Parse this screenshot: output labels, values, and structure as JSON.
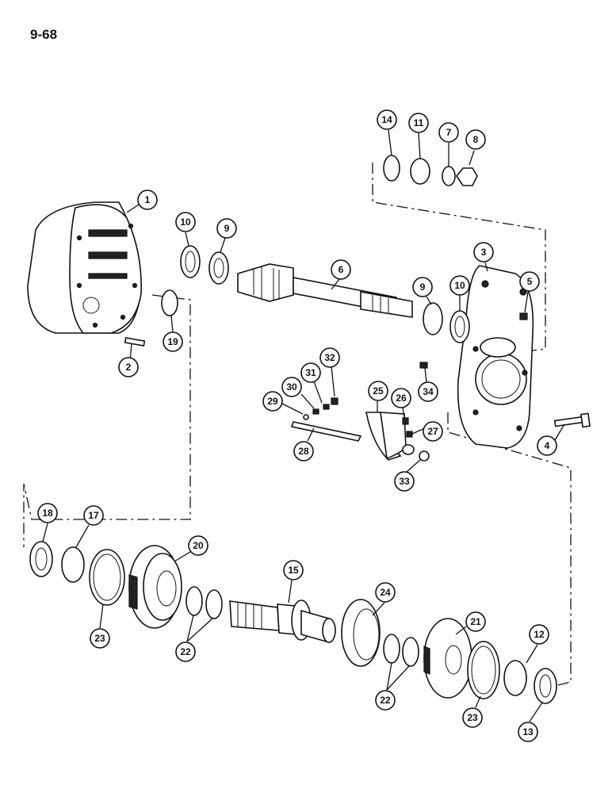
{
  "page": {
    "number": "9-68"
  },
  "callouts": {
    "c1": "1",
    "c2": "2",
    "c3": "3",
    "c4": "4",
    "c5": "5",
    "c6": "6",
    "c7": "7",
    "c8": "8",
    "c9a": "9",
    "c9b": "9",
    "c10a": "10",
    "c10b": "10",
    "c11": "11",
    "c12": "12",
    "c13": "13",
    "c14": "14",
    "c15": "15",
    "c17": "17",
    "c18": "18",
    "c19": "19",
    "c20": "20",
    "c21": "21",
    "c22a": "22",
    "c22b": "22",
    "c23a": "23",
    "c23b": "23",
    "c24": "24",
    "c25": "25",
    "c26": "26",
    "c27": "27",
    "c28": "28",
    "c29": "29",
    "c30": "30",
    "c31": "31",
    "c32": "32",
    "c33": "33",
    "c34": "34"
  }
}
